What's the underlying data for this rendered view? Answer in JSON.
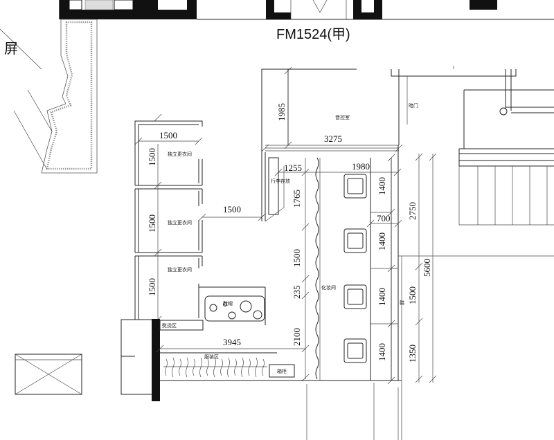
{
  "door_code": "FM1524(甲)",
  "corner_text": "屏",
  "rooms": {
    "control_room": "音控室",
    "hidden_door": "暗门",
    "changing_room_1": "独立更衣间",
    "changing_room_2": "独立更衣间",
    "changing_room_3": "独立更衣间",
    "luggage": "行李存放",
    "makeup_room": "化妆间",
    "hat_area": "熨烫区",
    "shoes": "鞋帽",
    "clothing_area": "服装区",
    "cabinet": "箱柜",
    "label_shu": "鞋"
  },
  "dimensions": {
    "d1985": "1985",
    "d3275": "3275",
    "d1500_top": "1500",
    "d1500_r1": "1500",
    "d1500_r2": "1500",
    "d1500_r3": "1500",
    "d1500_mid": "1500",
    "d1255": "1255",
    "d1980": "1980",
    "d1765": "1765",
    "d1500_col": "1500",
    "d235": "235",
    "d2100": "2100",
    "d3945": "3945",
    "d1400_a": "1400",
    "d700": "700",
    "d1400_b": "1400",
    "d1400_c": "1400",
    "d1400_d": "1400",
    "d2750": "2750",
    "d1500_right": "1500",
    "d5600": "5600",
    "d1350": "1350"
  }
}
